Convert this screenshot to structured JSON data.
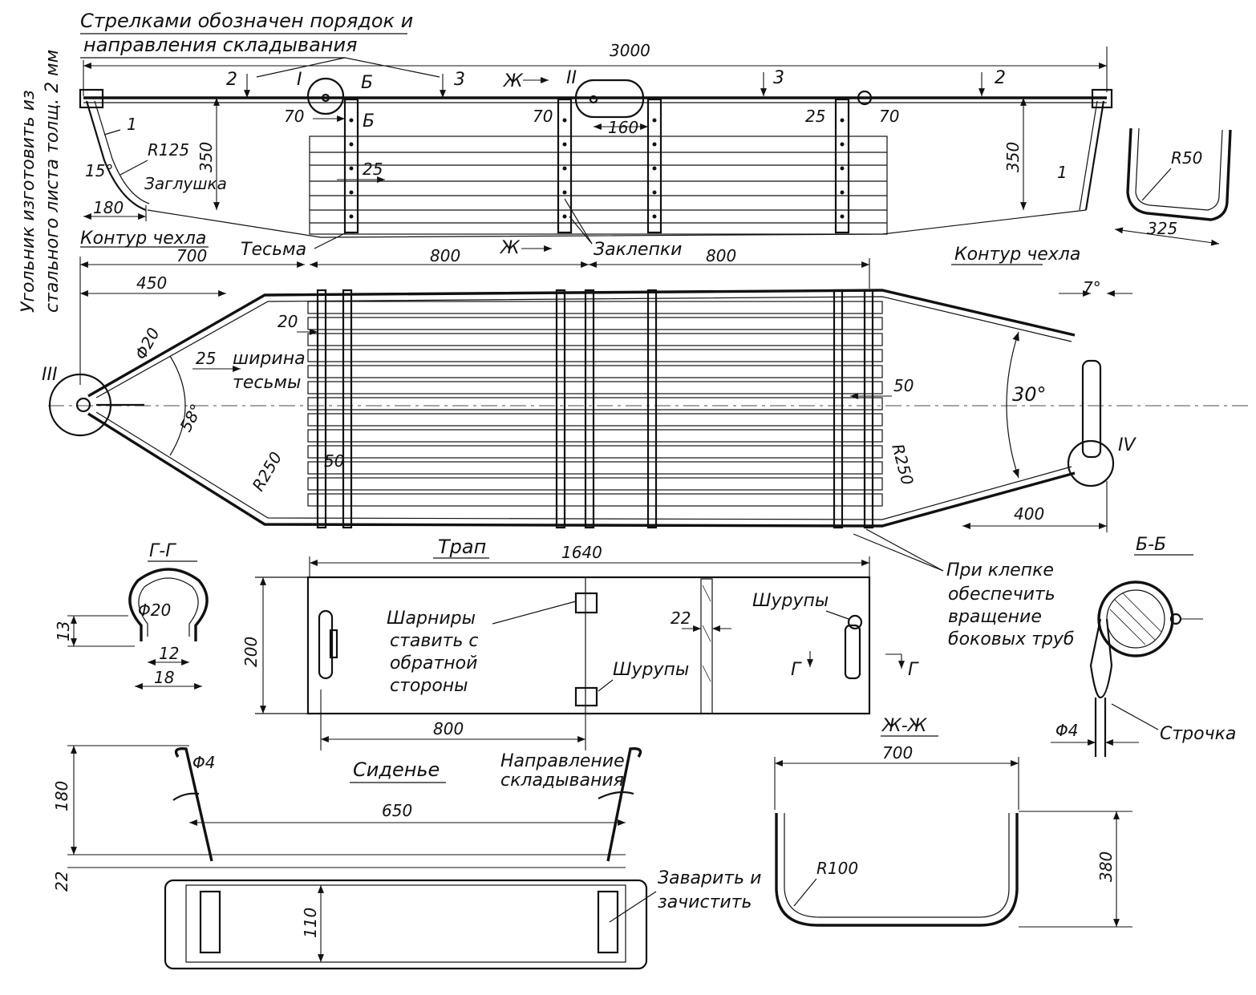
{
  "header": {
    "note_line1": "Стрелками обозначен порядок и",
    "note_line2": "направления складывания",
    "side_note_line1": "Угольник изготовить из",
    "side_note_line2": "стального листа толщ. 2 мм"
  },
  "side_view": {
    "dim_total": "3000",
    "dim_350_left": "350",
    "dim_350_right": "350",
    "dim_70_a": "70",
    "dim_70_b": "70",
    "dim_70_c": "70",
    "dim_25_a": "25",
    "dim_25_b": "25",
    "dim_160": "160",
    "dim_180": "180",
    "dim_r125": "R125",
    "dim_1_left": "1",
    "dim_1_right": "1",
    "dim_15deg": "15°",
    "dim_r50": "R50",
    "dim_325": "325",
    "dim_7deg": "7°",
    "label_plug": "Заглушка",
    "label_cover_left": "Контур чехла",
    "label_cover_right": "Контур чехла",
    "label_tape": "Тесьма",
    "label_rivets": "Заклепки",
    "marker_I": "I",
    "marker_II": "II",
    "arrow_2a": "2",
    "arrow_2b": "2",
    "arrow_3a": "3",
    "arrow_3b": "3",
    "section_b": "Б",
    "section_b2": "Б",
    "section_zh": "Ж",
    "section_zh2": "Ж"
  },
  "plan_view": {
    "dim_700": "700",
    "dim_450": "450",
    "dim_800_a": "800",
    "dim_800_b": "800",
    "dim_phi20": "Φ20",
    "dim_20": "20",
    "dim_25": "25",
    "label_width_line1": "ширина",
    "label_width_line2": "тесьмы",
    "dim_58deg": "58°",
    "dim_r250_left": "R250",
    "dim_r250_right": "R250",
    "dim_50_a": "50",
    "dim_50_b": "50",
    "dim_30deg": "30°",
    "dim_400": "400",
    "marker_III": "III",
    "marker_IV": "IV",
    "note_line1": "При клепке",
    "note_line2": "обеспечить",
    "note_line3": "вращение",
    "note_line4": "боковых труб"
  },
  "ladder": {
    "title": "Трап",
    "dim_1640": "1640",
    "dim_200": "200",
    "dim_22": "22",
    "dim_800": "800",
    "label_hinges_line1": "Шарниры",
    "label_hinges_line2": "ставить с",
    "label_hinges_line3": "обратной",
    "label_hinges_line4": "стороны",
    "label_screws_a": "Шурупы",
    "label_screws_b": "Шурупы",
    "section_g_left": "Г",
    "section_g_right": "Г"
  },
  "section_gg": {
    "title": "Г-Г",
    "dim_phi20": "Φ20",
    "dim_13": "13",
    "dim_12": "12",
    "dim_18": "18"
  },
  "section_bb": {
    "title": "Б-Б",
    "dim_phi4": "Φ4",
    "label_stitch": "Строчка"
  },
  "seat": {
    "title": "Сиденье",
    "dim_180": "180",
    "dim_22": "22",
    "dim_phi4": "Φ4",
    "dim_650": "650",
    "dim_110": "110",
    "label_fold_line1": "Направление",
    "label_fold_line2": "складывания",
    "label_weld_line1": "Заварить и",
    "label_weld_line2": "зачистить"
  },
  "section_zhzh": {
    "title": "Ж-Ж",
    "dim_700": "700",
    "dim_380": "380",
    "dim_r100": "R100"
  }
}
